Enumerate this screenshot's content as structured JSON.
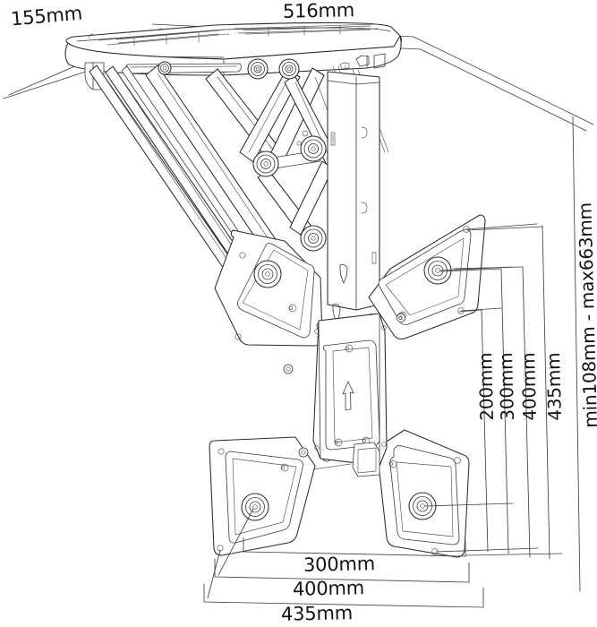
{
  "drawing": {
    "title": "Ceiling TV mount bracket technical drawing",
    "subject": "motorized flip-down ceiling TV mount with scissor lift arms and X-shaped VESA plate",
    "background_color": "#ffffff",
    "line_color": "#2b2b2b",
    "view": "isometric perspective line drawing"
  },
  "dimensions": {
    "top_left": {
      "label": "155mm",
      "name": "ceiling-plate-depth",
      "value": 155,
      "unit": "mm"
    },
    "top_right": {
      "label": "516mm",
      "name": "ceiling-plate-width",
      "value": 516,
      "unit": "mm"
    },
    "bottom": [
      {
        "label": "300mm",
        "name": "vesa-width-300",
        "value": 300,
        "unit": "mm"
      },
      {
        "label": "400mm",
        "name": "vesa-width-400",
        "value": 400,
        "unit": "mm"
      },
      {
        "label": "435mm",
        "name": "overall-width-435",
        "value": 435,
        "unit": "mm"
      }
    ],
    "right": [
      {
        "label": "200mm",
        "name": "vesa-height-200",
        "value": 200,
        "unit": "mm"
      },
      {
        "label": "300mm",
        "name": "vesa-height-300",
        "value": 300,
        "unit": "mm"
      },
      {
        "label": "400mm",
        "name": "vesa-height-400",
        "value": 400,
        "unit": "mm"
      },
      {
        "label": "435mm",
        "name": "overall-height-435",
        "value": 435,
        "unit": "mm"
      },
      {
        "label": "min108mm - max663mm",
        "name": "drop-range",
        "min": 108,
        "max": 663,
        "unit": "mm"
      }
    ]
  },
  "markings": {
    "center_plate_arrow": "up-arrow",
    "center_plate_name": "orientation-arrow"
  },
  "components": {
    "ceiling_plate": "ceiling-mounting-plate",
    "scissor_arms": "scissor-lift-arm-linkage",
    "pivot_joints": "pivot-hinge-joints",
    "vesa_plate": "x-shaped-vesa-adapter-plate",
    "column": "telescoping-center-column"
  }
}
